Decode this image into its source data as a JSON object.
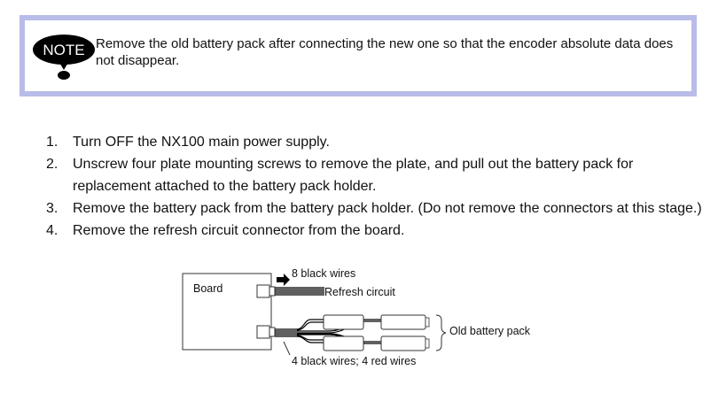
{
  "note": {
    "icon_label": "NOTE",
    "text": "Remove the old battery pack after connecting the new one so that the encoder absolute data does not disappear."
  },
  "steps": [
    {
      "number": "1.",
      "text": "Turn OFF the NX100 main power supply."
    },
    {
      "number": "2.",
      "text": "Unscrew four plate mounting screws to remove the plate, and pull out the battery pack for replacement attached to the battery pack holder."
    },
    {
      "number": "3.",
      "text": "Remove the battery pack from the battery pack holder.  (Do not remove the connectors at this stage.)"
    },
    {
      "number": "4.",
      "text": "Remove the refresh circuit connector from the board."
    }
  ],
  "diagram": {
    "board_label": "Board",
    "top_wires_label": "8 black wires",
    "refresh_label": "Refresh circuit",
    "battery_label": "Old battery pack",
    "bottom_wires_label": "4 black wires; 4 red wires"
  }
}
